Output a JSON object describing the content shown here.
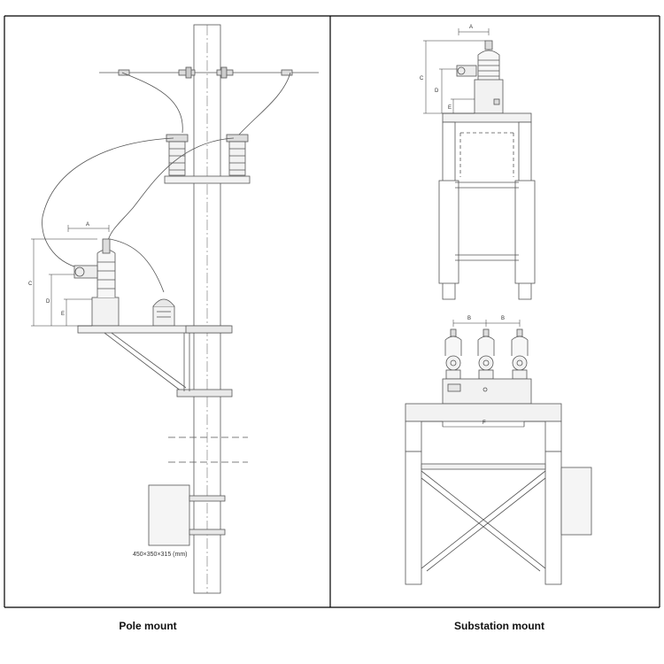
{
  "captions": {
    "left": "Pole mount",
    "right": "Substation mount"
  },
  "pole_diagram": {
    "dim_a": "A",
    "dim_c": "C",
    "dim_d": "D",
    "dim_e": "E",
    "box_note": "450×350×315 (mm)"
  },
  "substation_top": {
    "dim_a": "A",
    "dim_c": "C",
    "dim_d": "D",
    "dim_e": "E"
  },
  "substation_bottom": {
    "dim_b1": "B",
    "dim_b2": "B",
    "dim_f": "F"
  },
  "colors": {
    "line": "#555555",
    "frame": "#000000",
    "fill_light": "#f2f2f2"
  }
}
